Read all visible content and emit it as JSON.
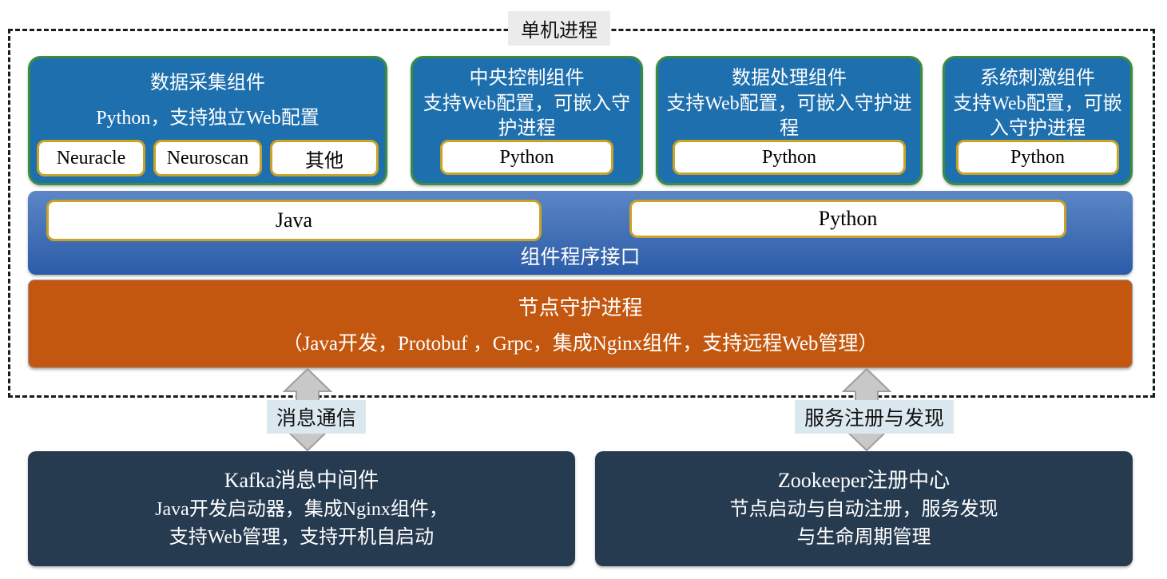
{
  "diagram": {
    "process_group_label": "单机进程",
    "components": [
      {
        "title": "数据采集组件",
        "subtitle": "Python，支持独立Web配置",
        "chips": [
          "Neuracle",
          "Neuroscan",
          "其他"
        ]
      },
      {
        "title": "中央控制组件",
        "subtitle": "支持Web配置，可嵌入守护进程",
        "chips": [
          "Python"
        ]
      },
      {
        "title": "数据处理组件",
        "subtitle": "支持Web配置，可嵌入守护进程",
        "chips": [
          "Python"
        ]
      },
      {
        "title": "系统刺激组件",
        "subtitle": "支持Web配置，可嵌入守护进程",
        "chips": [
          "Python"
        ]
      }
    ],
    "api_layer": {
      "label": "组件程序接口",
      "chips": [
        "Java",
        "Python"
      ]
    },
    "daemon_layer": {
      "title": "节点守护进程",
      "subtitle": "（Java开发，Protobuf ，Grpc，集成Nginx组件，支持远程Web管理）"
    },
    "connections": [
      {
        "label": "消息通信"
      },
      {
        "label": "服务注册与发现"
      }
    ],
    "services": [
      {
        "title": "Kafka消息中间件",
        "lines": [
          "Java开发启动器，集成Nginx组件，",
          "支持Web管理，支持开机自启动"
        ]
      },
      {
        "title": "Zookeeper注册中心",
        "lines": [
          "节点启动与自动注册，服务发现",
          "与生命周期管理"
        ]
      }
    ],
    "colors": {
      "component_fill": "#1e6fae",
      "component_border": "#3c8c40",
      "chip_border": "#c9a227",
      "api_gradient_top": "#5c86c6",
      "api_gradient_bottom": "#2b5ca8",
      "daemon_fill": "#c4570f",
      "service_fill": "#263a50",
      "arrow_fill": "#c8c8c8",
      "arrow_stroke": "#9e9e9e",
      "label_bg": "#dce8f0"
    }
  }
}
